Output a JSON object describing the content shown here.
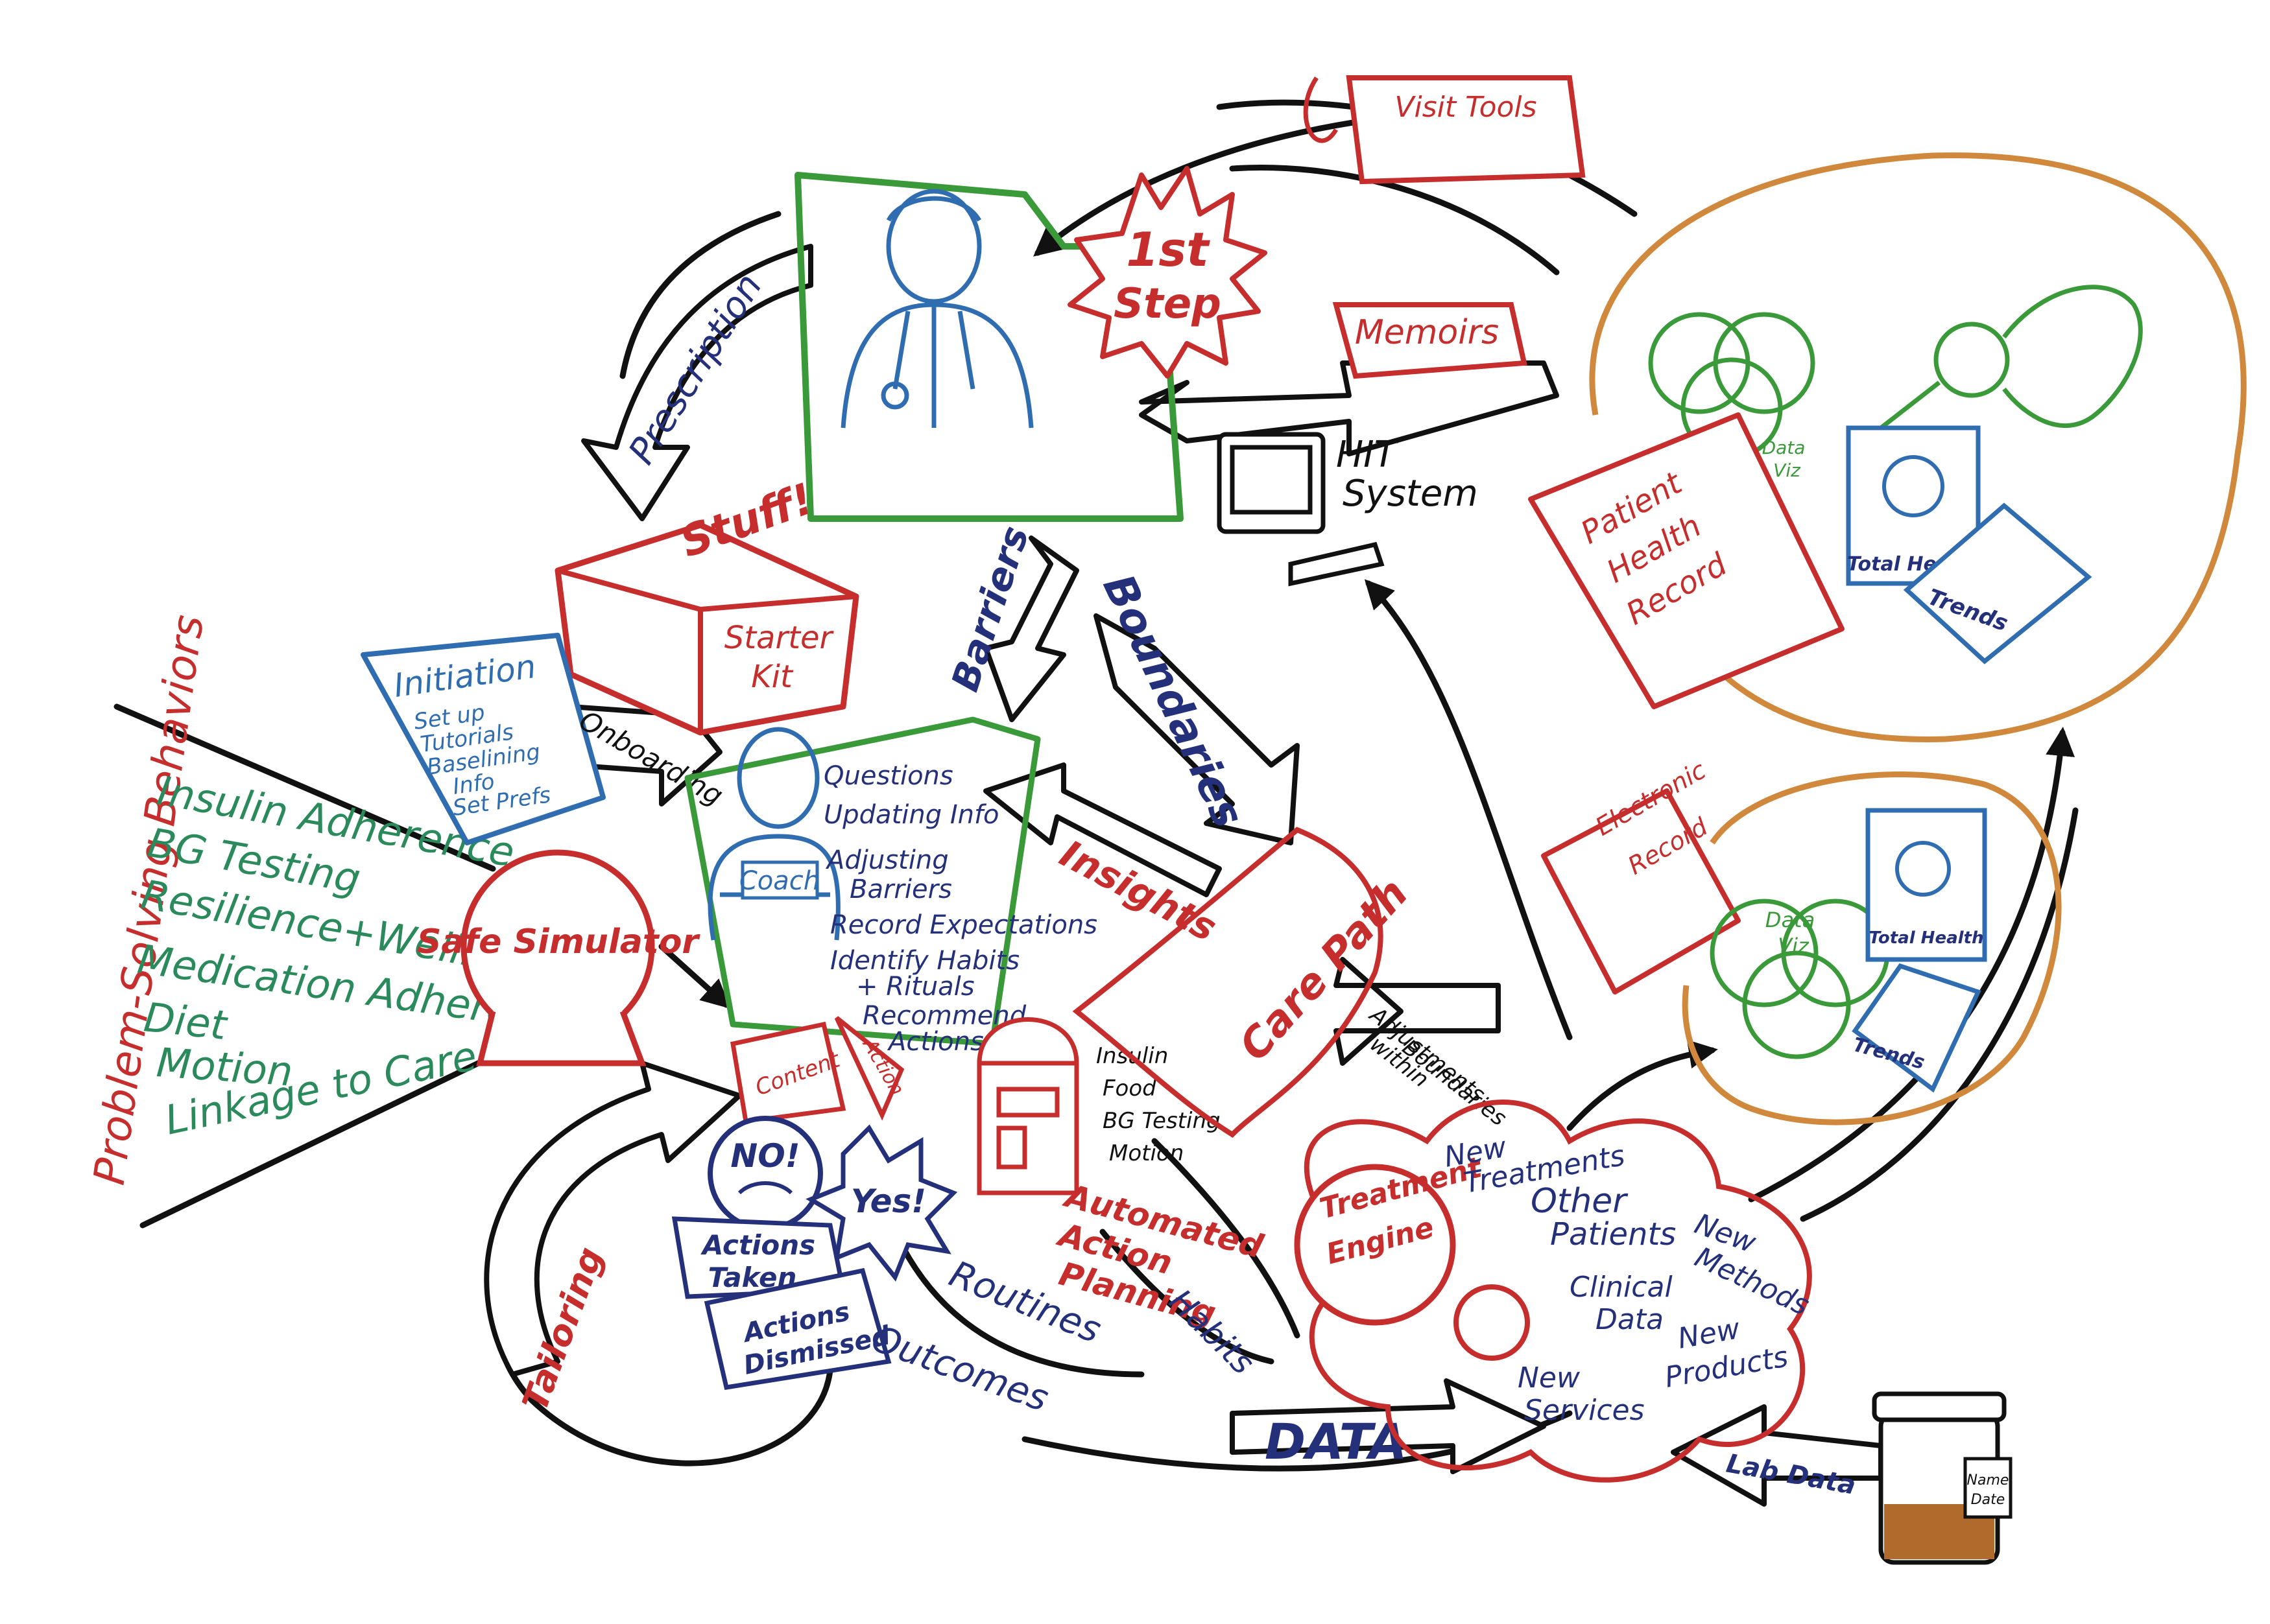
{
  "colors": {
    "red": "#c62d2d",
    "green": "#3a9a3a",
    "blue": "#2f6db0",
    "navy": "#25307a",
    "teal": "#2a8a5c",
    "orange": "#d0893c",
    "black": "#111111",
    "gray": "#555555"
  },
  "left": {
    "vertical_label": "Problem-Solving Behaviors",
    "behaviors": [
      "Insulin Adherence",
      "BG Testing",
      "Resilience+Wellbeing",
      "Medication Adherence",
      "Diet",
      "Motion",
      "Linkage to Care"
    ],
    "simulator": "Safe Simulator"
  },
  "top": {
    "visit_tools": "Visit Tools",
    "first_step_line1": "1st",
    "first_step_line2": "Step",
    "memoirs": "Memoirs",
    "hit_line1": "HIT",
    "hit_line2": "System",
    "prescription": "Prescription",
    "stuff": "Stuff!",
    "starter_line1": "Starter",
    "starter_line2": "Kit"
  },
  "initiation": {
    "title": "Initiation",
    "items": [
      "Set up",
      "Tutorials",
      "Baselining",
      "Info",
      "Set Prefs"
    ],
    "onboarding": "Onboarding"
  },
  "coach": {
    "badge": "Coach",
    "list": [
      "Questions",
      "Updating Info",
      "Adjusting",
      "Barriers",
      "Record Expectations",
      "Identify Habits",
      "+ Rituals",
      "Recommend",
      "Actions"
    ],
    "barriers": "Barriers",
    "boundaries": "Boundaries",
    "insights": "Insights",
    "content": "Content",
    "action": "Action"
  },
  "robot": {
    "items": [
      "Insulin",
      "Food",
      "BG Testing",
      "Motion"
    ],
    "automated": [
      "Automated",
      "Action",
      "Planning"
    ]
  },
  "care_path": "Care Path",
  "adjustments": [
    "Adjustments",
    "within",
    "Boundaries"
  ],
  "bottom": {
    "no": "NO!",
    "yes": "Yes!",
    "actions_taken": [
      "Actions",
      "Taken"
    ],
    "actions_dismissed": [
      "Actions",
      "Dismissed"
    ],
    "routines": "Routines",
    "habits": "Habits",
    "outcomes": "Outcomes",
    "tailoring": "Tailoring",
    "data": "DATA",
    "lab_data": "Lab Data",
    "jar_label": [
      "Name",
      "Date"
    ]
  },
  "cloud": {
    "engine": [
      "Treatment",
      "Engine"
    ],
    "items": [
      "New",
      "Treatments",
      "Other",
      "Patients",
      "New",
      "Methods",
      "Clinical",
      "Data",
      "New",
      "Services",
      "New",
      "Products"
    ]
  },
  "right_top": {
    "data_viz": [
      "Data",
      "Viz"
    ],
    "phr": [
      "Patient",
      "Health",
      "Record"
    ],
    "total_health": "Total Health",
    "trends": "Trends"
  },
  "right_bottom": {
    "ehr": [
      "Electronic",
      "Record"
    ],
    "data_viz": [
      "Data",
      "Viz"
    ],
    "total_health": "Total Health",
    "trends": "Trends"
  }
}
